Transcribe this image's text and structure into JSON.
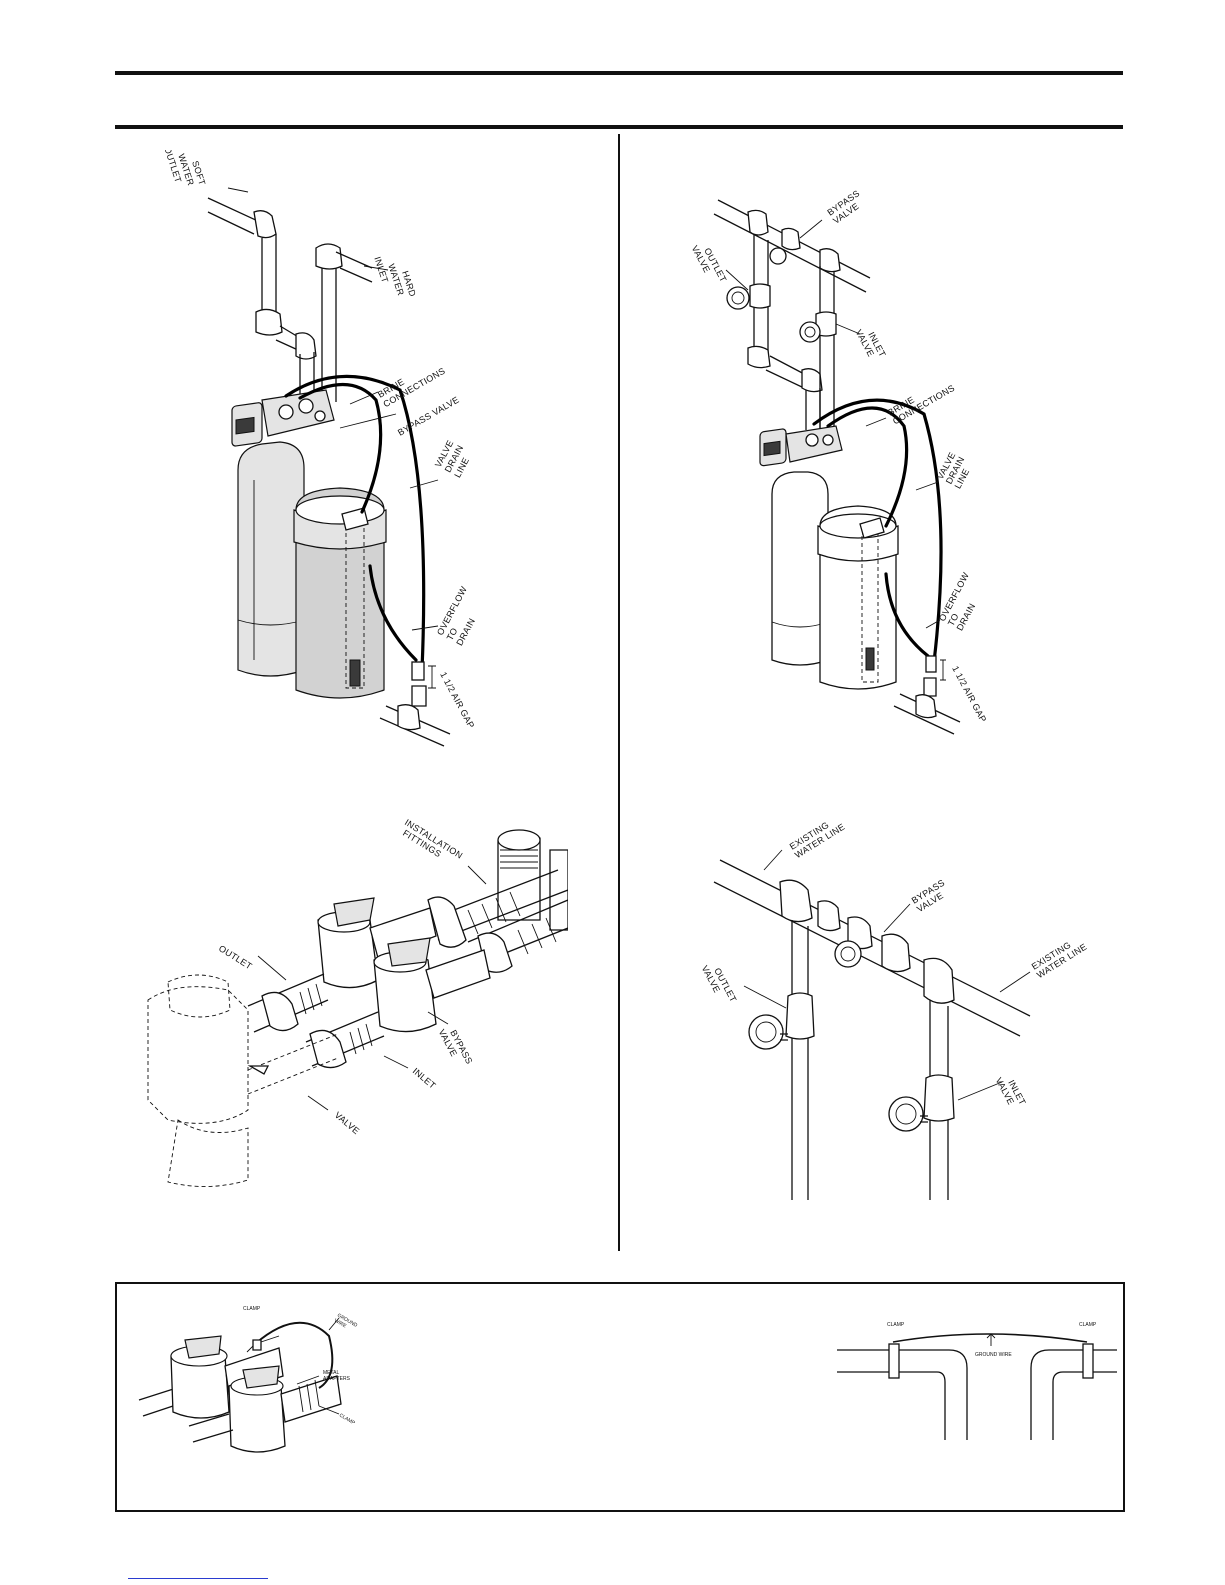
{
  "fig1": {
    "soft_water_outlet": [
      "SOFT",
      "WATER",
      "OUTLET"
    ],
    "hard_water_inlet": [
      "HARD",
      "WATER",
      "INLET"
    ],
    "brine_connections": [
      "BRINE",
      "CONNECTIONS"
    ],
    "bypass_valve": "BYPASS VALVE",
    "valve_drain_line": [
      "VALVE",
      "DRAIN",
      "LINE"
    ],
    "overflow_to_drain": [
      "OVERFLOW",
      "TO",
      "DRAIN"
    ],
    "air_gap": "1 1/2 AIR GAP"
  },
  "fig2": {
    "bypass_valve": [
      "BYPASS",
      "VALVE"
    ],
    "outlet_valve": [
      "OUTLET",
      "VALVE"
    ],
    "inlet_valve": [
      "INLET",
      "VALVE"
    ],
    "brine_connections": [
      "BRINE",
      "CONNECTIONS"
    ],
    "valve_drain_line": [
      "VALVE",
      "DRAIN",
      "LINE"
    ],
    "overflow_to_drain": [
      "OVERFLOW",
      "TO",
      "DRAIN"
    ],
    "air_gap": "1 1/2 AIR GAP"
  },
  "fig3": {
    "installation_fittings": [
      "INSTALLATION",
      "FITTINGS"
    ],
    "outlet": "OUTLET",
    "bypass_valve": [
      "BYPASS",
      "VALVE"
    ],
    "inlet": "INLET",
    "valve": "VALVE"
  },
  "fig4": {
    "existing_water_line_left": [
      "EXISTING",
      "WATER LINE"
    ],
    "bypass_valve": [
      "BYPASS",
      "VALVE"
    ],
    "existing_water_line_right": [
      "EXISTING",
      "WATER LINE"
    ],
    "outlet_valve": [
      "OUTLET",
      "VALVE"
    ],
    "inlet_valve": [
      "INLET",
      "VALVE"
    ]
  },
  "fig5": {
    "clamp_top": "CLAMP",
    "ground_wire": [
      "GROUND",
      "WIRE"
    ],
    "metal_adapters": [
      "METAL",
      "ADAPTERS"
    ],
    "clamp_bottom": "CLAMP"
  },
  "fig6": {
    "clamp_left": "CLAMP",
    "clamp_right": "CLAMP",
    "ground_wire": "GROUND WIRE"
  }
}
